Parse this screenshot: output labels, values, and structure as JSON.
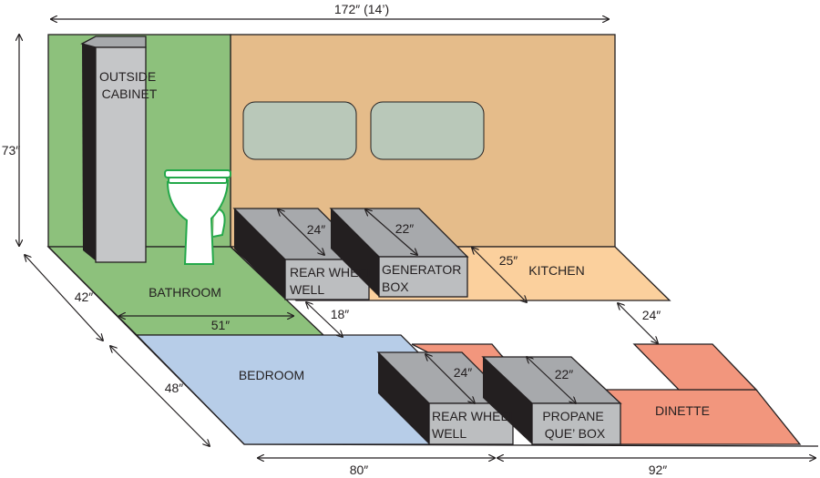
{
  "dimensions": {
    "top_width": "172″ (14’)",
    "wall_height": "73″",
    "bathroom_depth": "42″",
    "bedroom_depth": "48″",
    "bathroom_width": "51″",
    "aisle": "18″",
    "rear_wheel_well_top": "24″",
    "generator_box": "22″",
    "kitchen_gap": "25″",
    "dinette_gap": "24″",
    "rear_wheel_well_bottom": "24″",
    "propane_box": "22″",
    "bottom_left_width": "80″",
    "bottom_right_width": "92″"
  },
  "zones": {
    "outside_cabinet": [
      "OUTSIDE",
      "CABINET"
    ],
    "bathroom": "BATHROOM",
    "kitchen": "KITCHEN",
    "bedroom": "BEDROOM",
    "dinette": "DINETTE"
  },
  "boxes": {
    "rear_wheel_well_top": [
      "REAR WHEEL",
      "WELL"
    ],
    "generator_box": [
      "GENERATOR",
      "BOX"
    ],
    "rear_wheel_well_bottom": [
      "REAR WHEEL",
      "WELL"
    ],
    "propane_box": [
      "PROPANE",
      "QUE’ BOX"
    ]
  },
  "colors": {
    "bathroom": "#8dc17c",
    "back_wall": "#e5bc8a",
    "kitchen": "#fbd09d",
    "bedroom": "#b7cde8",
    "dinette": "#f2967d",
    "cabinet": "#c5c6c8",
    "box_top": "#a7a9ac",
    "box_face": "#bcbec0",
    "box_side": "#231f20",
    "window": "#b9c8b9",
    "toilet": "#24a84a"
  }
}
